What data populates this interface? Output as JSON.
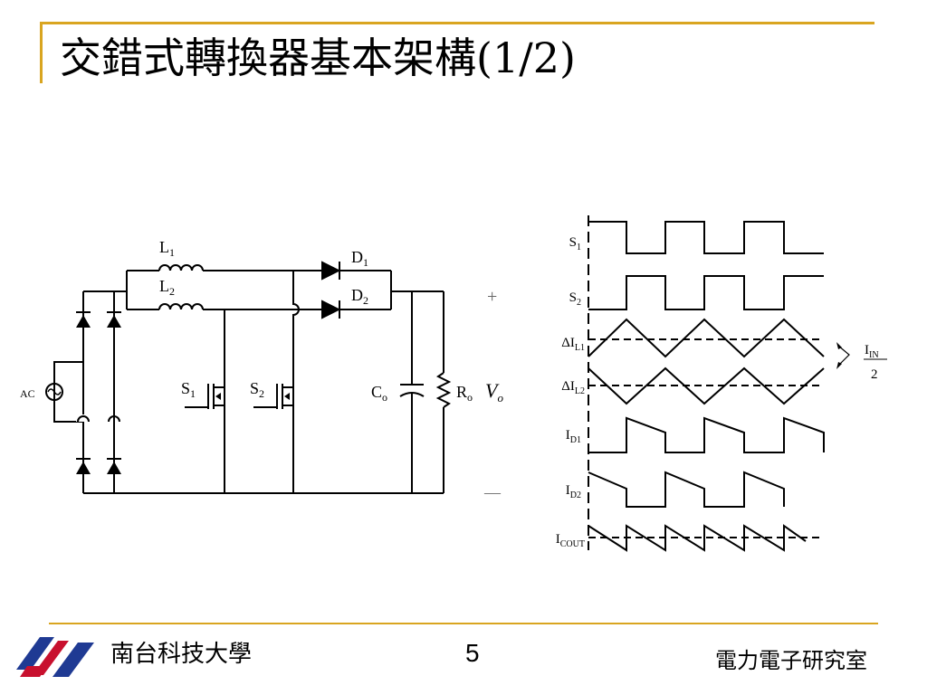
{
  "slide": {
    "title": "交錯式轉換器基本架構(1/2)",
    "page_number": "5",
    "school_name": "南台科技大學",
    "lab_name": "電力電子研究室"
  },
  "colors": {
    "accent": "#d9a520",
    "logo_red": "#c8102e",
    "logo_blue": "#1f3a93"
  },
  "circuit": {
    "ac_label": "AC",
    "inductors": [
      {
        "letter": "L",
        "sub": "1"
      },
      {
        "letter": "L",
        "sub": "2"
      }
    ],
    "diodes": [
      {
        "letter": "D",
        "sub": "1"
      },
      {
        "letter": "D",
        "sub": "2"
      }
    ],
    "switches": [
      {
        "letter": "S",
        "sub": "1"
      },
      {
        "letter": "S",
        "sub": "2"
      }
    ],
    "capacitor": {
      "letter": "C",
      "sub": "o"
    },
    "resistor": {
      "letter": "R",
      "sub": "o"
    },
    "output": {
      "letter": "V",
      "sub": "o"
    },
    "plus": "+",
    "minus": "—"
  },
  "waveforms": {
    "s1": {
      "letter": "S",
      "sub": "1"
    },
    "s2": {
      "letter": "S",
      "sub": "2"
    },
    "il1": {
      "letter": "ΔI",
      "sub": "L1"
    },
    "il2": {
      "letter": "ΔI",
      "sub": "L2"
    },
    "id1": {
      "letter": "I",
      "sub": "D1"
    },
    "id2": {
      "letter": "I",
      "sub": "D2"
    },
    "icout": {
      "letter": "I",
      "sub": "COUT"
    },
    "ripple": {
      "num_letter": "I",
      "num_sub": "IN",
      "den": "2"
    }
  }
}
